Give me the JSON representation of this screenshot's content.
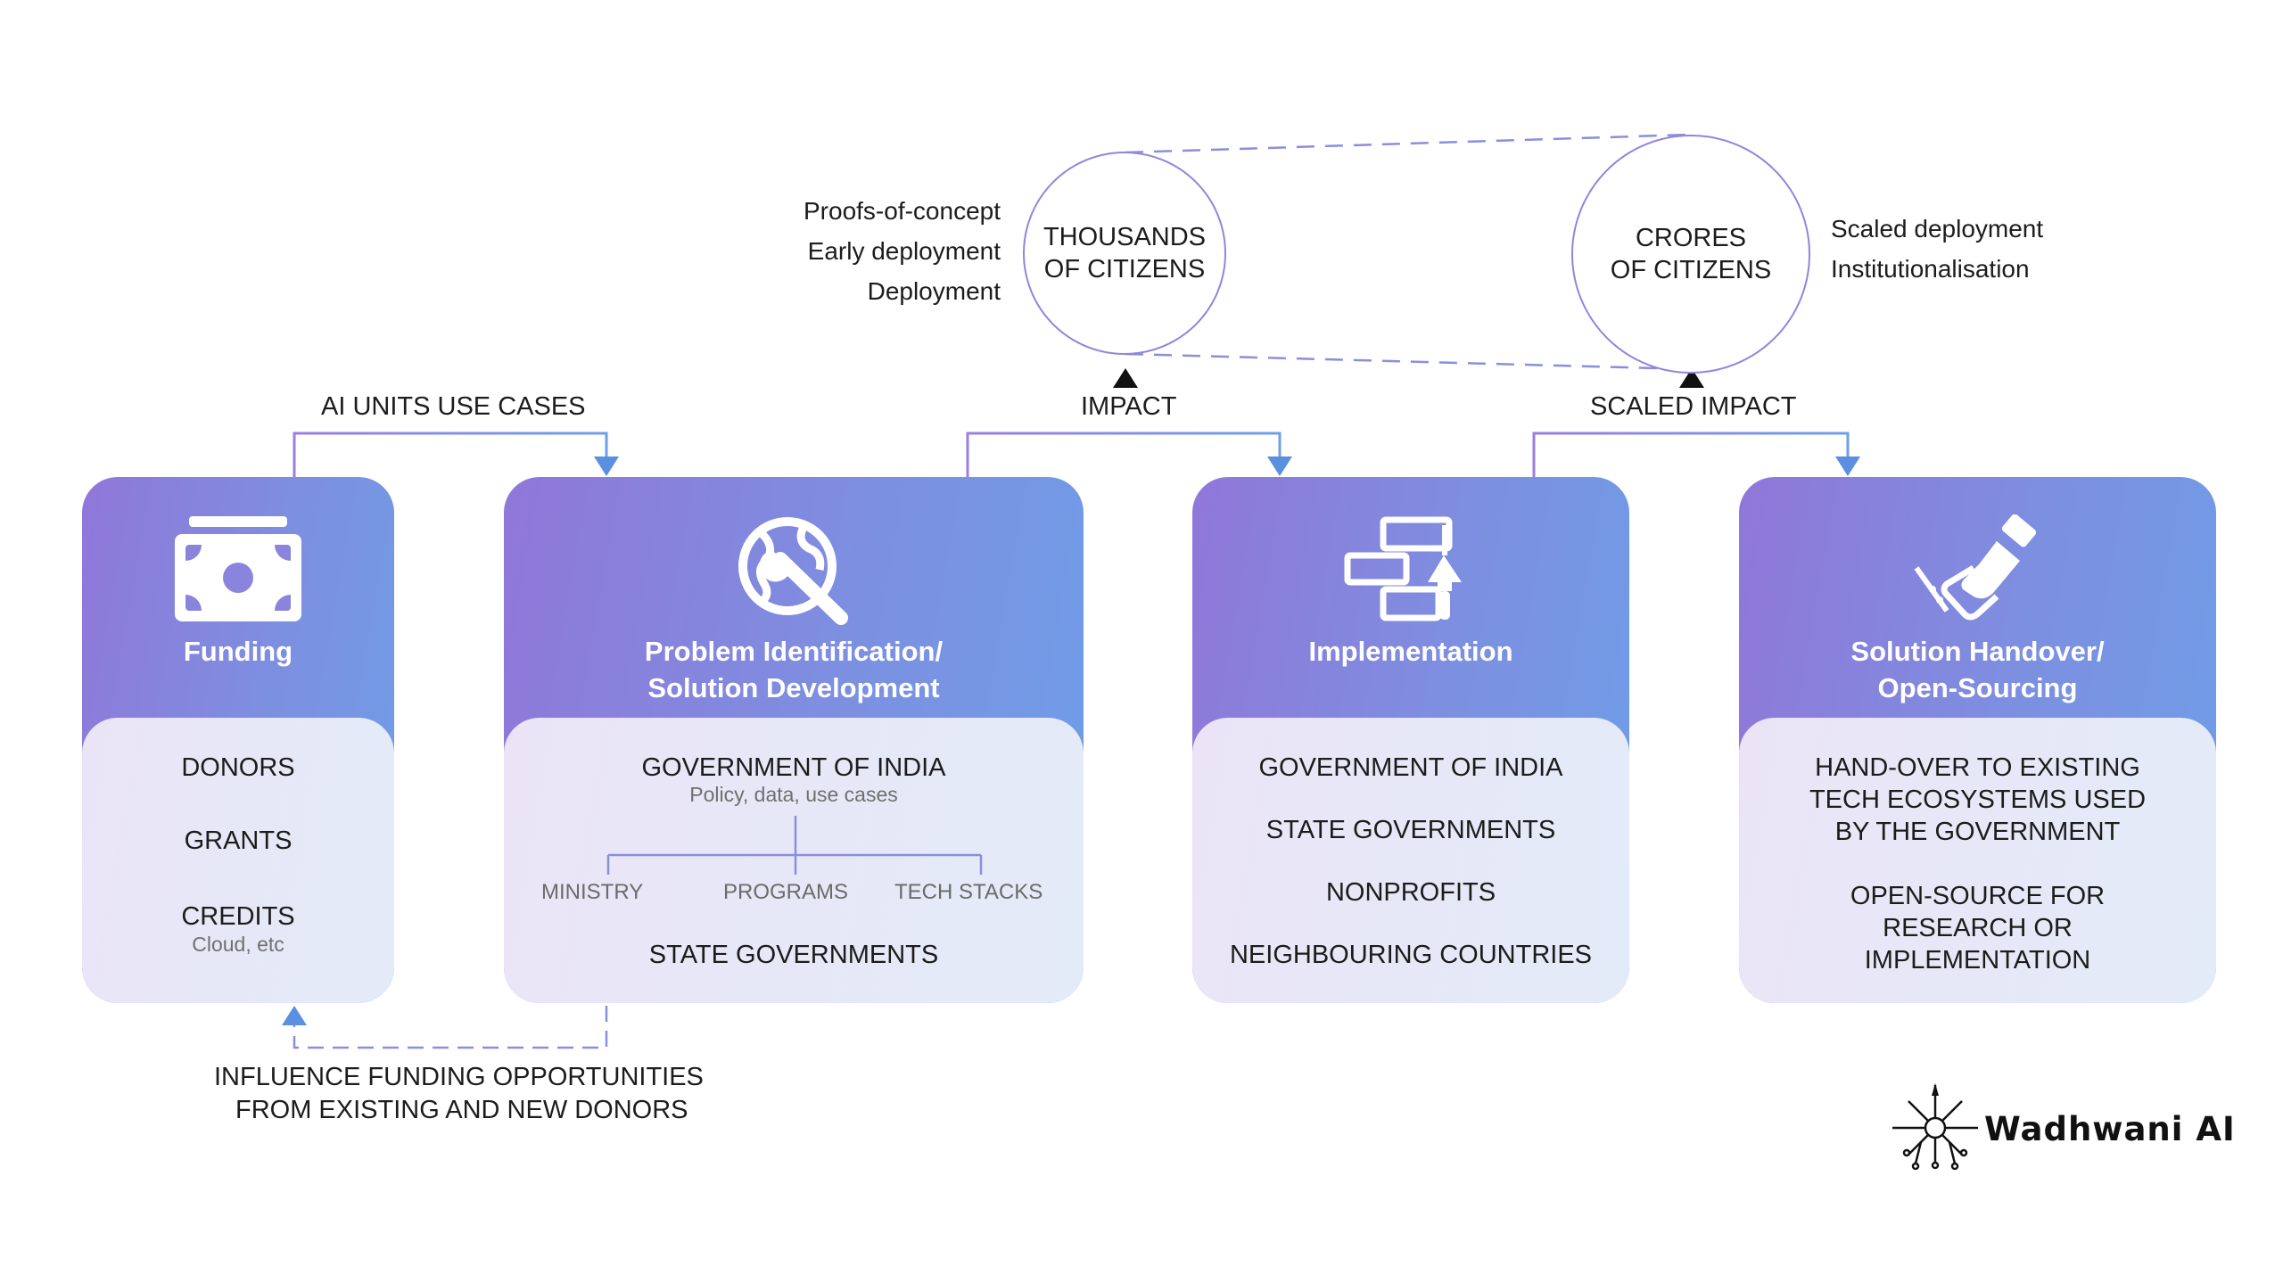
{
  "cards": {
    "funding": {
      "title": "Funding",
      "items": [
        "DONORS",
        "GRANTS",
        "CREDITS"
      ],
      "credits_note": "Cloud, etc"
    },
    "problem": {
      "title_line1": "Problem Identification/",
      "title_line2": "Solution Development",
      "gov": "GOVERNMENT OF INDIA",
      "gov_note": "Policy, data, use cases",
      "branches": [
        "MINISTRY",
        "PROGRAMS",
        "TECH STACKS"
      ],
      "state": "STATE GOVERNMENTS"
    },
    "implementation": {
      "title": "Implementation",
      "items": [
        "GOVERNMENT OF INDIA",
        "STATE GOVERNMENTS",
        "NONPROFITS",
        "NEIGHBOURING COUNTRIES"
      ]
    },
    "handover": {
      "title_line1": "Solution Handover/",
      "title_line2": "Open-Sourcing",
      "item1": [
        "HAND-OVER TO EXISTING",
        "TECH ECOSYSTEMS USED",
        "BY THE GOVERNMENT"
      ],
      "item2": [
        "OPEN-SOURCE FOR",
        "RESEARCH OR",
        "IMPLEMENTATION"
      ]
    }
  },
  "connectors": {
    "ai_units": "AI UNITS USE CASES",
    "impact": "IMPACT",
    "scaled_impact": "SCALED IMPACT",
    "influence_line1": "INFLUENCE FUNDING OPPORTUNITIES",
    "influence_line2": "FROM EXISTING AND NEW DONORS"
  },
  "circles": {
    "thousands": [
      "THOUSANDS",
      "OF CITIZENS"
    ],
    "crores": [
      "CRORES",
      "OF CITIZENS"
    ]
  },
  "stages_left": [
    "Proofs-of-concept",
    "Early deployment",
    "Deployment"
  ],
  "stages_right": [
    "Scaled deployment",
    "Institutionalisation"
  ],
  "logo": {
    "text": "Wadhwani AI"
  },
  "colors": {
    "accent_purple": "#9077d9",
    "accent_blue": "#6e9ee8",
    "connector": "#8a8fdc",
    "arrow_blue": "#5b8fe0"
  },
  "icons": {
    "funding": "banknote-icon",
    "problem": "globe-wrench-icon",
    "implementation": "bricks-trowel-icon",
    "handover": "handshake-icon",
    "logo": "star-burst-logo"
  }
}
